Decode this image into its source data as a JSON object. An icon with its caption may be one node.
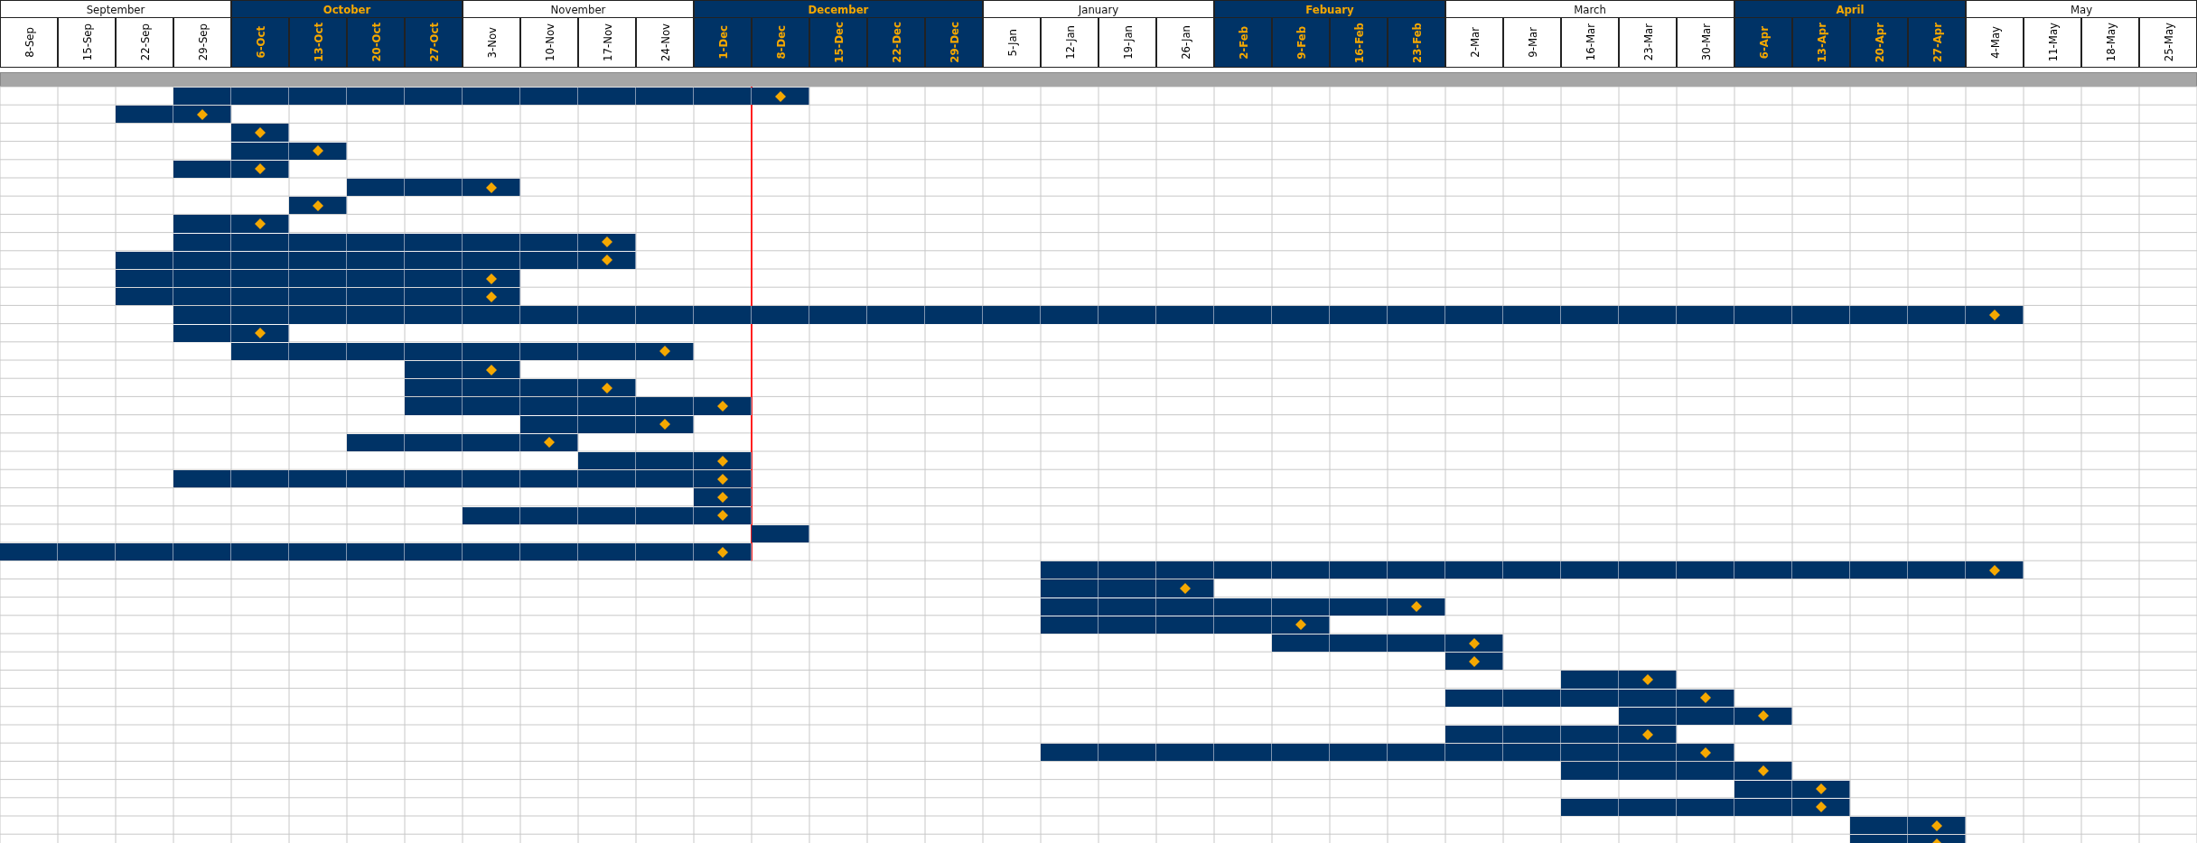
{
  "diagram": {
    "nodes": [
      {
        "text": [],
        "shape": "bar"
      },
      {
        "text": [],
        "shape": "bar"
      },
      {
        "text": [],
        "shape": "bar"
      },
      {
        "text": [],
        "shape": "bar"
      },
      {
        "text": [],
        "shape": "bar"
      },
      {
        "text": [],
        "shape": "bar"
      },
      {
        "text": [],
        "shape": "bar"
      },
      {
        "text": [],
        "shape": "bar"
      },
      {
        "text": [],
        "shape": "bar"
      },
      {
        "text": [],
        "shape": "bar"
      },
      {
        "text": [],
        "shape": "bar"
      },
      {
        "text": [],
        "shape": "bar"
      },
      {
        "text": [],
        "shape": "bar"
      },
      {
        "text": [],
        "shape": "bar"
      },
      {
        "text": [],
        "shape": "bar"
      },
      {
        "text": [],
        "shape": "bar"
      },
      {
        "text": [],
        "shape": "bar"
      },
      {
        "text": [],
        "shape": "bar"
      },
      {
        "text": [],
        "shape": "bar"
      },
      {
        "text": [],
        "shape": "bar"
      },
      {
        "text": [],
        "shape": "bar"
      },
      {
        "text": [],
        "shape": "bar"
      },
      {
        "text": [],
        "shape": "bar"
      },
      {
        "text": [],
        "shape": "bar"
      },
      {
        "text": [],
        "shape": "bar"
      },
      {
        "text": [],
        "shape": "bar"
      },
      {
        "text": [],
        "shape": "bar"
      },
      {
        "text": [],
        "shape": "bar"
      },
      {
        "text": [],
        "shape": "bar"
      },
      {
        "text": [],
        "shape": "bar"
      },
      {
        "text": [],
        "shape": "bar"
      },
      {
        "text": [],
        "shape": "bar"
      },
      {
        "text": [],
        "shape": "bar"
      },
      {
        "text": [],
        "shape": "bar"
      },
      {
        "text": [],
        "shape": "bar"
      },
      {
        "text": [],
        "shape": "bar"
      },
      {
        "text": [],
        "shape": "bar"
      },
      {
        "text": [],
        "shape": "bar"
      },
      {
        "text": [],
        "shape": "bar"
      },
      {
        "text": [],
        "shape": "bar"
      },
      {
        "text": [],
        "shape": "bar"
      },
      {
        "text": [],
        "shape": "bar"
      }
    ],
    "labels": [
      "September",
      "October",
      "November",
      "December",
      "January",
      "Febuary",
      "March",
      "April",
      "May",
      "8-Sep",
      "15-Sep",
      "22-Sep",
      "29-Sep",
      "6-Oct",
      "13-Oct",
      "20-Oct",
      "27-Oct",
      "3-Nov",
      "10-Nov",
      "17-Nov",
      "24-Nov",
      "1-Dec",
      "8-Dec",
      "15-Dec",
      "22-Dec",
      "29-Dec",
      "5-Jan",
      "12-Jan",
      "19-Jan",
      "26-Jan",
      "2-Feb",
      "9-Feb",
      "16-Feb",
      "23-Feb",
      "2-Mar",
      "9-Mar",
      "16-Mar",
      "23-Mar",
      "30-Mar",
      "6-Apr",
      "13-Apr",
      "20-Apr",
      "27-Apr",
      "4-May",
      "11-May",
      "18-May",
      "25-May"
    ]
  }
}
